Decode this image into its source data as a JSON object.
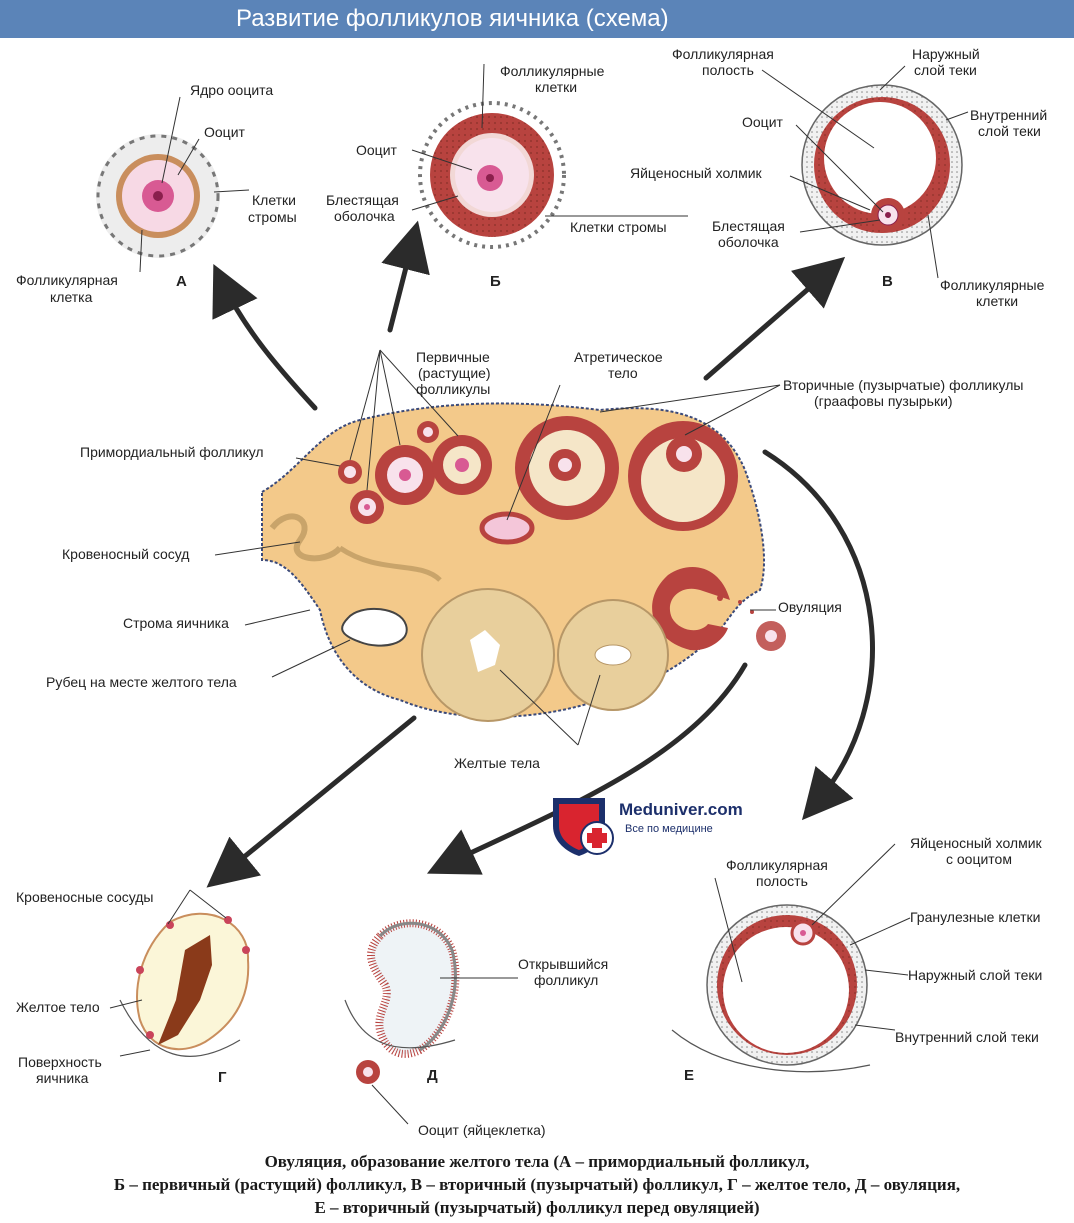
{
  "header": {
    "title": "Развитие фолликулов яичника (схема)"
  },
  "panels": {
    "a": {
      "letter": "А",
      "oocyte_nucleus": "Ядро ооцита",
      "oocyte": "Ооцит",
      "stroma_1": "Клетки",
      "stroma_2": "стромы",
      "follicular_1": "Фолликулярная",
      "follicular_2": "клетка"
    },
    "b": {
      "letter": "Б",
      "follicular_1": "Фолликулярные",
      "follicular_2": "клетки",
      "oocyte": "Ооцит",
      "zona_1": "Блестящая",
      "zona_2": "оболочка",
      "stroma": "Клетки стромы"
    },
    "c": {
      "letter": "В",
      "cavity_1": "Фолликулярная",
      "cavity_2": "полость",
      "outer_1": "Наружный",
      "outer_2": "слой теки",
      "inner_1": "Внутренний",
      "inner_2": "слой теки",
      "oocyte": "Ооцит",
      "cumulus": "Яйценосный холмик",
      "zona_1": "Блестящая",
      "zona_2": "оболочка",
      "follicular_1": "Фолликулярные",
      "follicular_2": "клетки"
    },
    "center": {
      "primary_1": "Первичные",
      "primary_2": "(растущие)",
      "primary_3": "фолликулы",
      "atretic_1": "Атретическое",
      "atretic_2": "тело",
      "secondary_1": "Вторичные (пузырчатые) фолликулы",
      "secondary_2": "(граафовы пузырьки)",
      "primordial": "Примордиальный фолликул",
      "vessel": "Кровеносный сосуд",
      "ovulation": "Овуляция",
      "stroma": "Строма яичника",
      "scar": "Рубец на месте желтого тела",
      "luteal": "Желтые тела"
    },
    "g": {
      "letter": "Г",
      "vessels": "Кровеносные сосуды",
      "body": "Желтое тело",
      "surface_1": "Поверхность",
      "surface_2": "яичника"
    },
    "d": {
      "letter": "Д",
      "opened_1": "Открывшийся",
      "opened_2": "фолликул",
      "oocyte": "Ооцит (яйцеклетка)"
    },
    "e": {
      "letter": "Е",
      "cumulus_1": "Яйценосный холмик",
      "cumulus_2": "с ооцитом",
      "cavity_1": "Фолликулярная",
      "cavity_2": "полость",
      "granulosa": "Гранулезные клетки",
      "outer": "Наружный слой теки",
      "inner": "Внутренний слой теки"
    }
  },
  "brand": {
    "name": "Meduniver.com",
    "tagline": "Все по медицине"
  },
  "caption": {
    "line1": "Овуляция, образование желтого тела (А – примордиальный фолликул,",
    "line2": "Б – первичный (растущий) фолликул, В – вторичный (пузырчатый) фолликул, Г – желтое тело, Д – овуляция,",
    "line3": "Е – вторичный (пузырчатый) фолликул перед овуляцией)"
  },
  "colors": {
    "header": "#5b84b8",
    "tissue": "#f3c98a",
    "follicle": "#b8433f",
    "oocyte": "#f4c6d9",
    "luteal": "#e8cf9c",
    "arrow": "#2b2b2b"
  }
}
